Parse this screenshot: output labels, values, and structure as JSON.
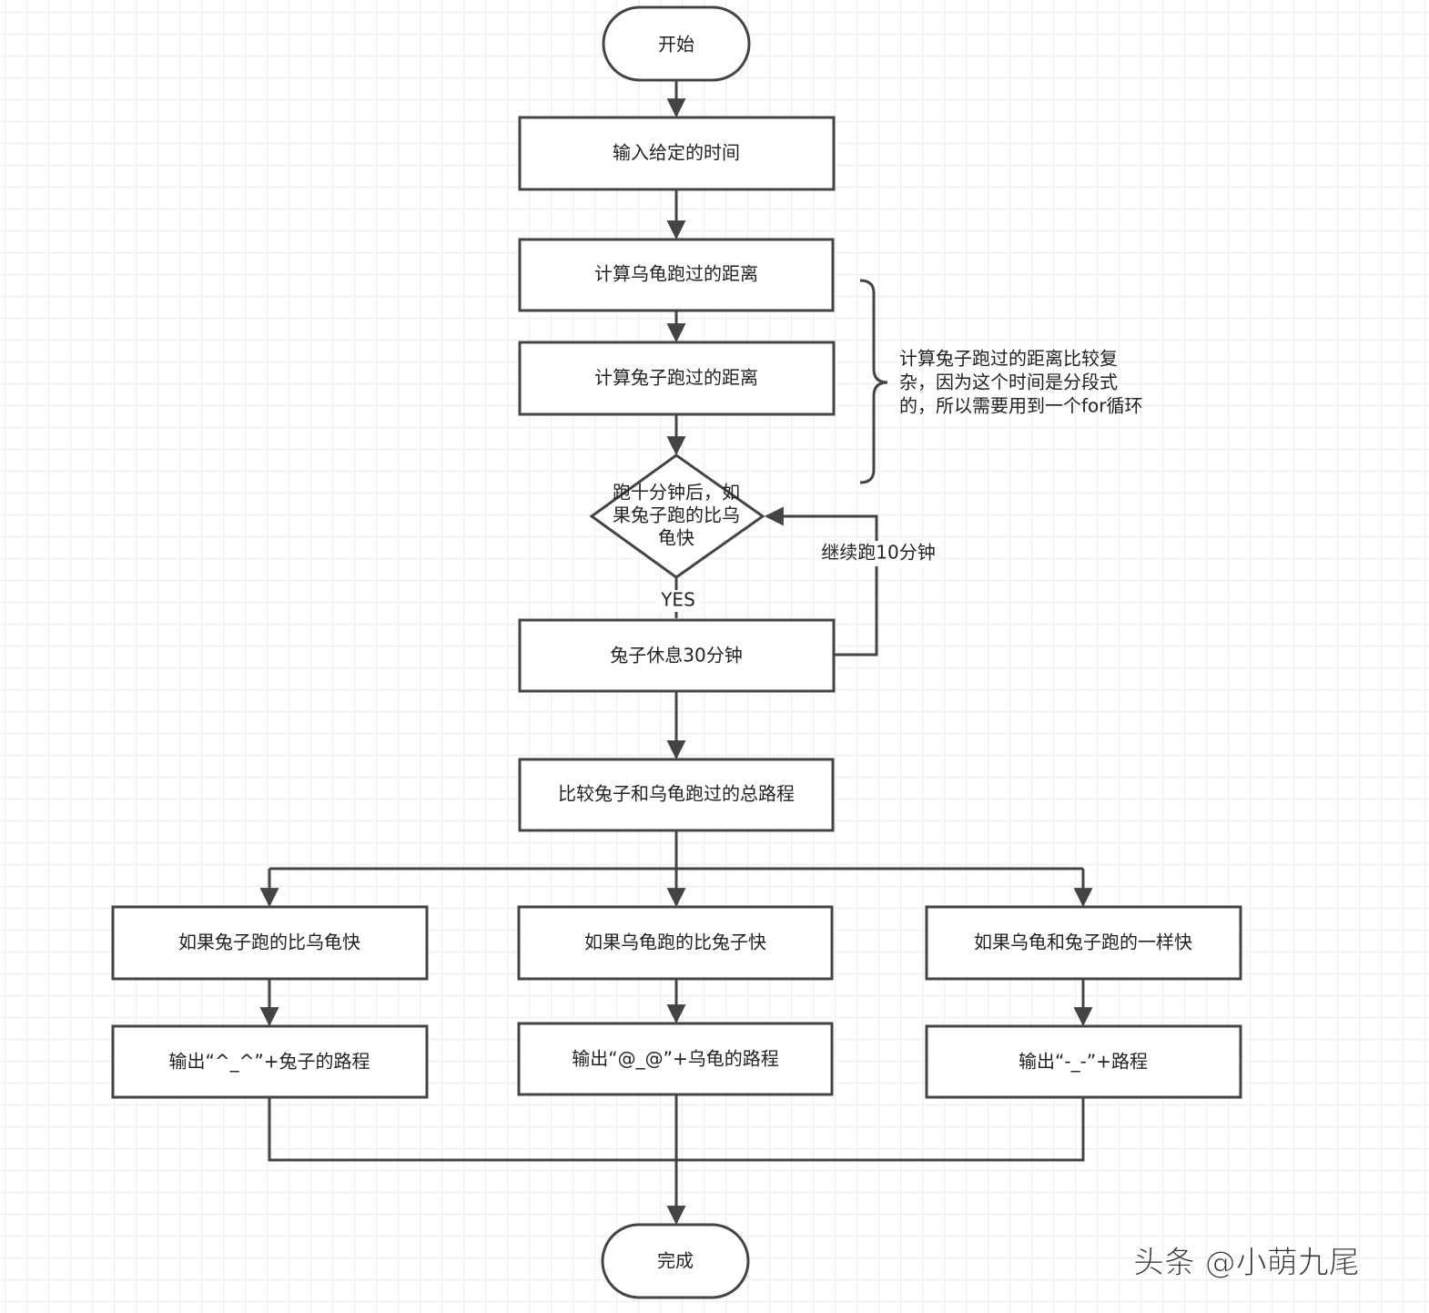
{
  "flowchart": {
    "start": "开始",
    "step_input": "输入给定的时间",
    "step_turtle": "计算乌龟跑过的距离",
    "step_rabbit": "计算兔子跑过的距离",
    "decision": [
      "跑十分钟后，如",
      "果兔子跑的比乌",
      "龟快"
    ],
    "yes_label": "YES",
    "step_rest": "兔子休息30分钟",
    "loop_label": "继续跑10分钟",
    "step_compare": "比较兔子和乌龟跑过的总路程",
    "branches": [
      {
        "condition": "如果兔子跑的比乌龟快",
        "output": "输出“^_^”+兔子的路程"
      },
      {
        "condition": "如果乌龟跑的比兔子快",
        "output": "输出“@_@”+乌龟的路程"
      },
      {
        "condition": "如果乌龟和兔子跑的一样快",
        "output": "输出“-_-”+路程"
      }
    ],
    "end": "完成",
    "annotation": [
      "计算兔子跑过的距离比较复",
      "杂，因为这个时间是分段式",
      "的，所以需要用到一个for循环"
    ]
  },
  "watermark": "头条 @小萌九尾",
  "colors": {
    "stroke": "#444444",
    "grid": "#eeeeee"
  }
}
